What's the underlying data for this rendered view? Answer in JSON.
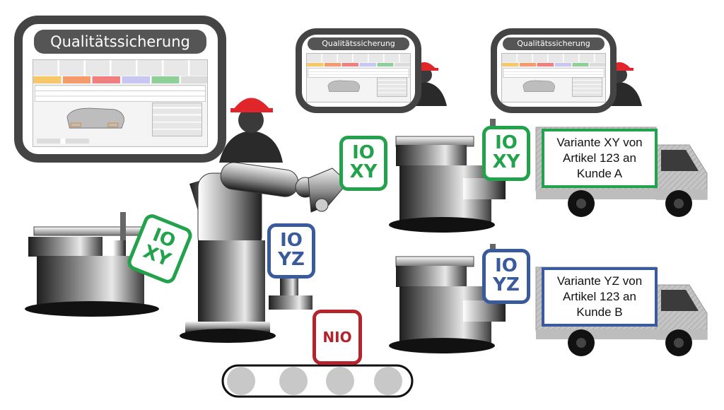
{
  "screens": [
    {
      "title": "Qualitätssicherung"
    },
    {
      "title": "Qualitätssicherung"
    },
    {
      "title": "Qualitätssicherung"
    }
  ],
  "badges": {
    "io_xy_gripper": {
      "line1": "IO",
      "line2": "XY"
    },
    "io_xy_left": {
      "line1": "IO",
      "line2": "XY"
    },
    "io_yz_center": {
      "line1": "IO",
      "line2": "YZ"
    },
    "io_xy_station": {
      "line1": "IO",
      "line2": "XY"
    },
    "io_yz_station": {
      "line1": "IO",
      "line2": "YZ"
    },
    "nio": {
      "line1": "NIO"
    }
  },
  "trucks": [
    {
      "line1": "Variante XY von",
      "line2": "Artikel 123 an",
      "line3": "Kunde A"
    },
    {
      "line1": "Variante YZ von",
      "line2": "Artikel 123 an",
      "line3": "Kunde B"
    }
  ],
  "colors": {
    "io_green": "#22a24a",
    "io_blue": "#3a5a9e",
    "nio_red": "#b3242c",
    "frame": "#444444",
    "helmet": "#e0252b"
  }
}
